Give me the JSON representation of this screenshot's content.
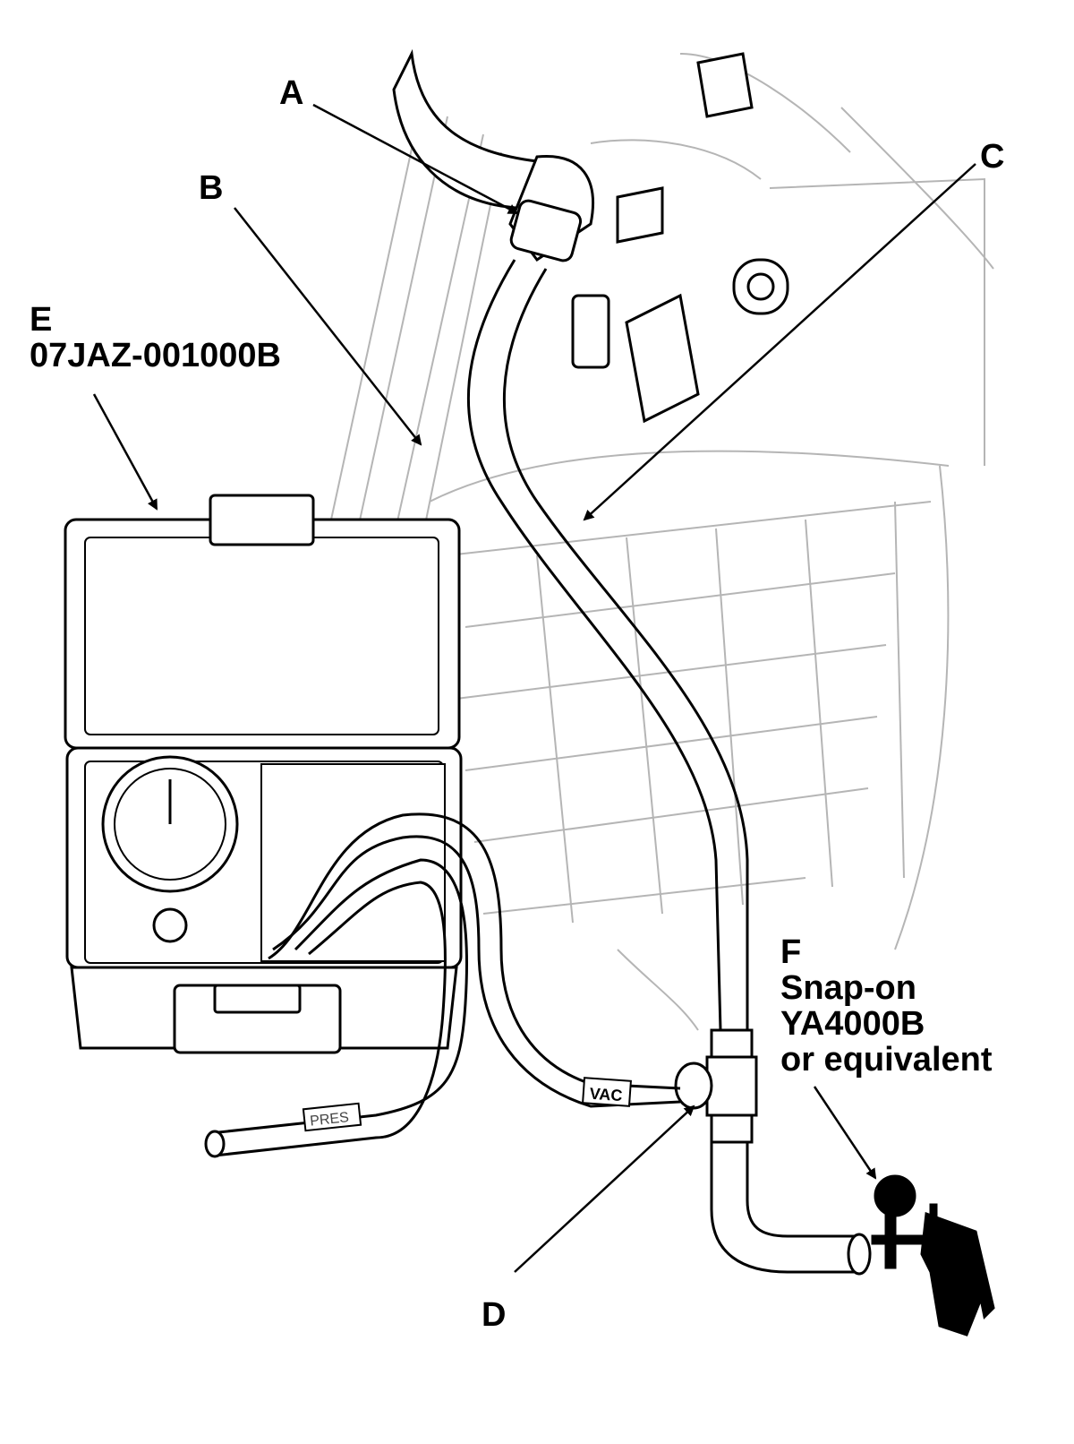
{
  "callouts": {
    "a": {
      "letter": "A"
    },
    "b": {
      "letter": "B"
    },
    "c": {
      "letter": "C"
    },
    "d": {
      "letter": "D"
    },
    "e": {
      "letter": "E",
      "part_number": "07JAZ-001000B"
    },
    "f": {
      "letter": "F",
      "line1": "Snap-on",
      "line2": "YA4000B",
      "line3": "or equivalent"
    }
  },
  "hose_labels": {
    "vac": "VAC",
    "pres": "PRES"
  }
}
